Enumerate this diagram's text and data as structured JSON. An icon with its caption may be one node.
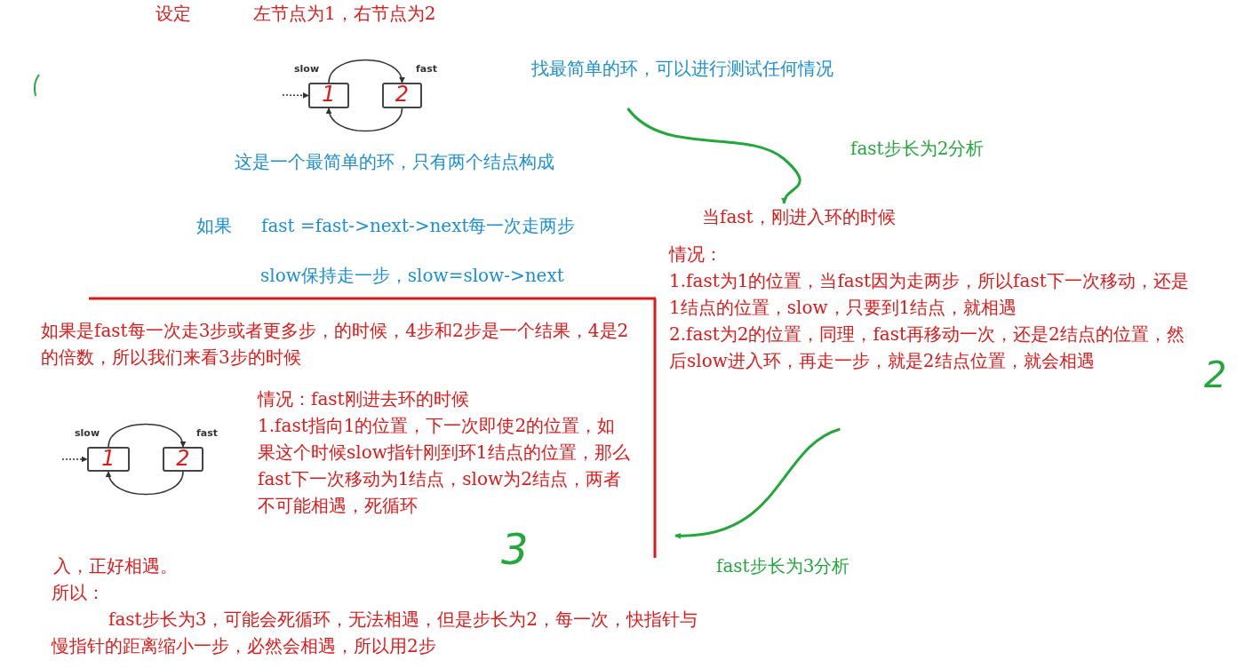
{
  "diagram": {
    "nodes": [
      {
        "text": [
          "1"
        ],
        "beside": [
          "slow"
        ]
      },
      {
        "text": [
          "2"
        ],
        "beside": [
          "fast"
        ]
      },
      {
        "text": [
          "1"
        ],
        "beside": [
          "slow"
        ]
      },
      {
        "text": [
          "2"
        ],
        "beside": [
          "fast"
        ]
      },
      {
        "text": [
          "找最简单的环，可以进行测试任何情况"
        ]
      },
      {
        "text": [
          "当fast，刚进入环的时候"
        ]
      },
      {
        "text": [
          "情况：",
          "1.fast为1的位置，当fast因为走两步，所以fast下一次移动，还是1结点的位置，slow，只要到1结点，就相遇",
          "2.fast为2的位置，同理，fast再移动一次，还是2结点的位置，然后slow进入环，再走一步，就是2结点位置，就会相遇"
        ]
      }
    ],
    "edges": [
      {
        "from": 0,
        "to": 1,
        "arrow": "to"
      },
      {
        "from": 1,
        "to": 0,
        "arrow": "to"
      },
      {
        "from": null,
        "to": 0,
        "arrow": "to",
        "style": "dashed"
      },
      {
        "from": 2,
        "to": 3,
        "arrow": "to"
      },
      {
        "from": 3,
        "to": 2,
        "arrow": "to"
      },
      {
        "from": null,
        "to": 2,
        "arrow": "to",
        "style": "dashed"
      },
      {
        "from": 4,
        "to": 5,
        "arrow": "to",
        "color": "#22a83a"
      },
      {
        "from": 6,
        "to": null,
        "arrow": "to",
        "color": "#22a83a"
      }
    ],
    "labels": [
      "设定",
      "左节点为1，右节点为2",
      "这是一个最简单的环，只有两个结点构成",
      "如果",
      "fast =fast->next->next每一次走两步",
      "slow保持走一步，slow=slow->next",
      "fast步长为2分析",
      "如果是fast每一次走3步或者更多步，的时候，4步和2步是一个结果，4是2的倍数，所以我们来看3步的时候",
      "情况：fast刚进去环的时候",
      "1.fast指向1的位置，下一次即使2的位置，如果这个时候slow指针刚到环1结点的位置，那么fast下一次移动为1结点，slow为2结点，两者不可能相遇，死循环",
      "2",
      "3",
      "fast步长为3分析",
      "入，正好相遇。",
      "所以：",
      "fast步长为3，可能会死循环，无法相遇，但是步长为2，每一次，快指针与慢指针的距离缩小一步，必然会相遇，所以用2步"
    ]
  }
}
